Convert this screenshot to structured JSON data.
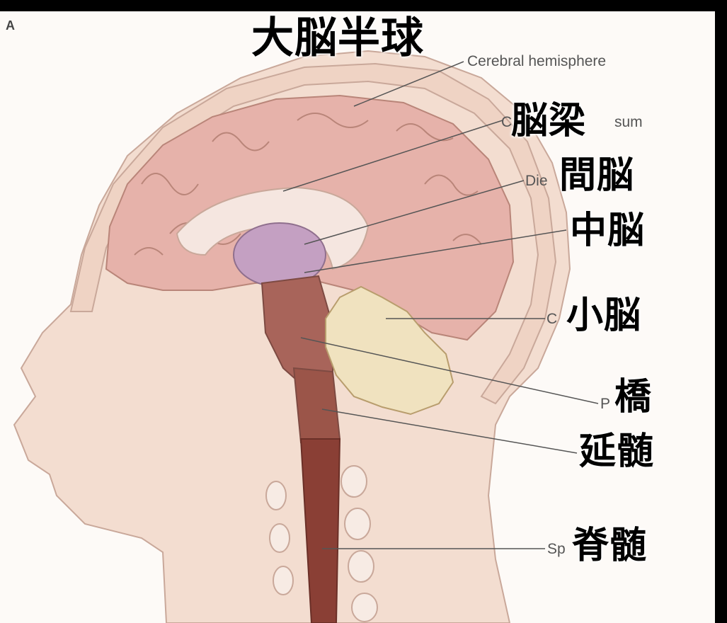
{
  "panel_letter": "A",
  "labels_jp": {
    "cerebral_hemisphere": "大脳半球",
    "corpus_callosum": "脳梁",
    "diencephalon": "間脳",
    "midbrain": "中脳",
    "cerebellum": "小脳",
    "pons": "橋",
    "medulla": "延髄",
    "spinal_cord": "脊髄"
  },
  "labels_en": {
    "cerebral_hemisphere": "Cerebral hemisphere",
    "corpus_callosum_fragment": "C",
    "corpus_callosum_tail": "sum",
    "diencephalon_fragment": "Die",
    "cerebellum_fragment": "C",
    "pons_fragment": "P",
    "spinal_fragment": "Sp"
  },
  "colors": {
    "cerebrum": "#e6b2aa",
    "diencephalon": "#c4a0c2",
    "brainstem": "#a8645a",
    "spinal_cord": "#8a3f35",
    "cerebellum": "#f0e2bf",
    "skin": "#f3ddd0",
    "skull": "#efd3c4"
  }
}
